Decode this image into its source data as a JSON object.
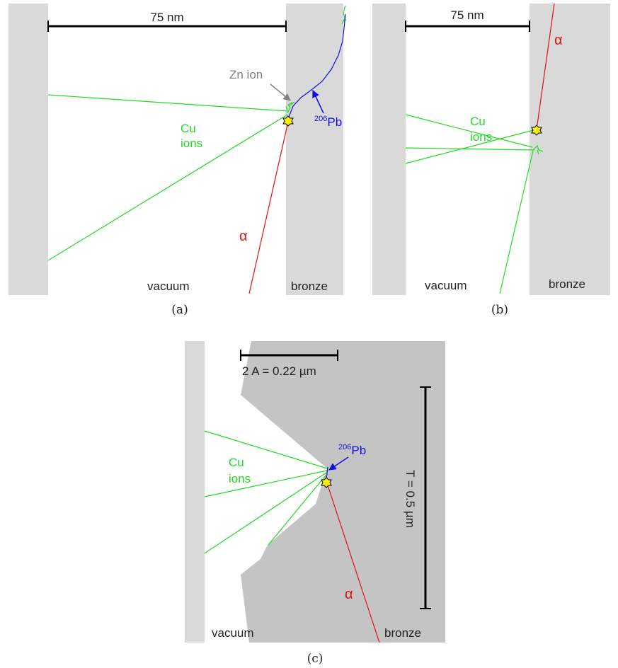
{
  "colors": {
    "wall": "#d9d9d9",
    "vacuum": "#ffffff",
    "bronze_c": "#c4c4c4",
    "cu": "#22d922",
    "alpha": "#e01010",
    "pb": "#1010e0",
    "zn": "#808080",
    "burst": "#ffee00",
    "text": "#222222"
  },
  "panel_a": {
    "caption": "(a)",
    "scale_label": "75 nm",
    "zn_label": "Zn ion",
    "cu_label_line1": "Cu",
    "cu_label_line2": "ions",
    "pb_sup": "206",
    "pb_label": "Pb",
    "alpha_label": "α",
    "vacuum_label": "vacuum",
    "bronze_label": "bronze"
  },
  "panel_b": {
    "caption": "(b)",
    "scale_label": "75 nm",
    "cu_label_line1": "Cu",
    "cu_label_line2": "ions",
    "alpha_label": "α",
    "vacuum_label": "vacuum",
    "bronze_label": "bronze"
  },
  "panel_c": {
    "caption": "(c)",
    "scale_label": "2 A = 0.22 µm",
    "thickness_label": "T = 0.5 µm",
    "cu_label_line1": "Cu",
    "cu_label_line2": "ions",
    "pb_sup": "206",
    "pb_label": "Pb",
    "alpha_label": "α",
    "vacuum_label": "vacuum",
    "bronze_label": "bronze"
  }
}
